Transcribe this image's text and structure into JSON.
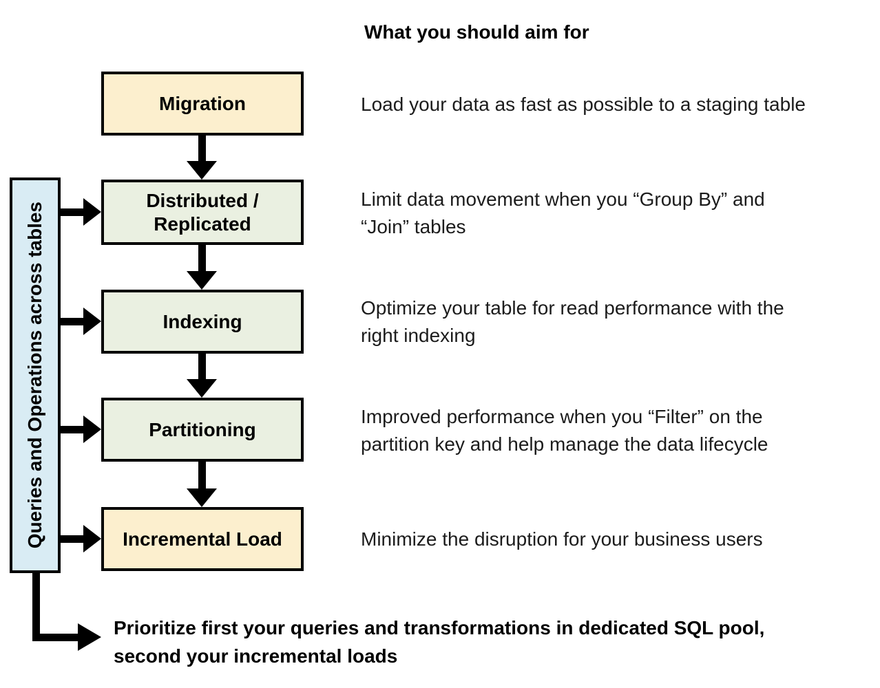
{
  "title": "What you should aim for",
  "sidebar": {
    "label": "Queries and Operations across tables"
  },
  "flow": {
    "boxes": [
      {
        "label": "Migration",
        "fill": "#FCEFCE"
      },
      {
        "label": "Distributed / Replicated",
        "fill": "#EAF0E1"
      },
      {
        "label": "Indexing",
        "fill": "#EAF0E1"
      },
      {
        "label": "Partitioning",
        "fill": "#EAF0E1"
      },
      {
        "label": "Incremental Load",
        "fill": "#FCEFCE"
      }
    ]
  },
  "aims": [
    {
      "lines": [
        "Load your data as fast as possible to a staging table"
      ]
    },
    {
      "lines": [
        "Limit data movement when you “Group By” and",
        "“Join” tables"
      ]
    },
    {
      "lines": [
        "Optimize your table for read performance with the",
        "right indexing"
      ]
    },
    {
      "lines": [
        "Improved performance when you “Filter” on the",
        "partition key and help manage the data lifecycle"
      ]
    },
    {
      "lines": [
        "Minimize the disruption for your business users"
      ]
    }
  ],
  "footnote": {
    "lines": [
      "Prioritize first your queries and transformations in dedicated SQL pool,",
      "second your incremental loads"
    ]
  },
  "colors": {
    "milestone_fill": "#FCEFCE",
    "step_fill": "#EAF0E1",
    "sidebar_fill": "#D9ECF4",
    "line": "#000000"
  }
}
